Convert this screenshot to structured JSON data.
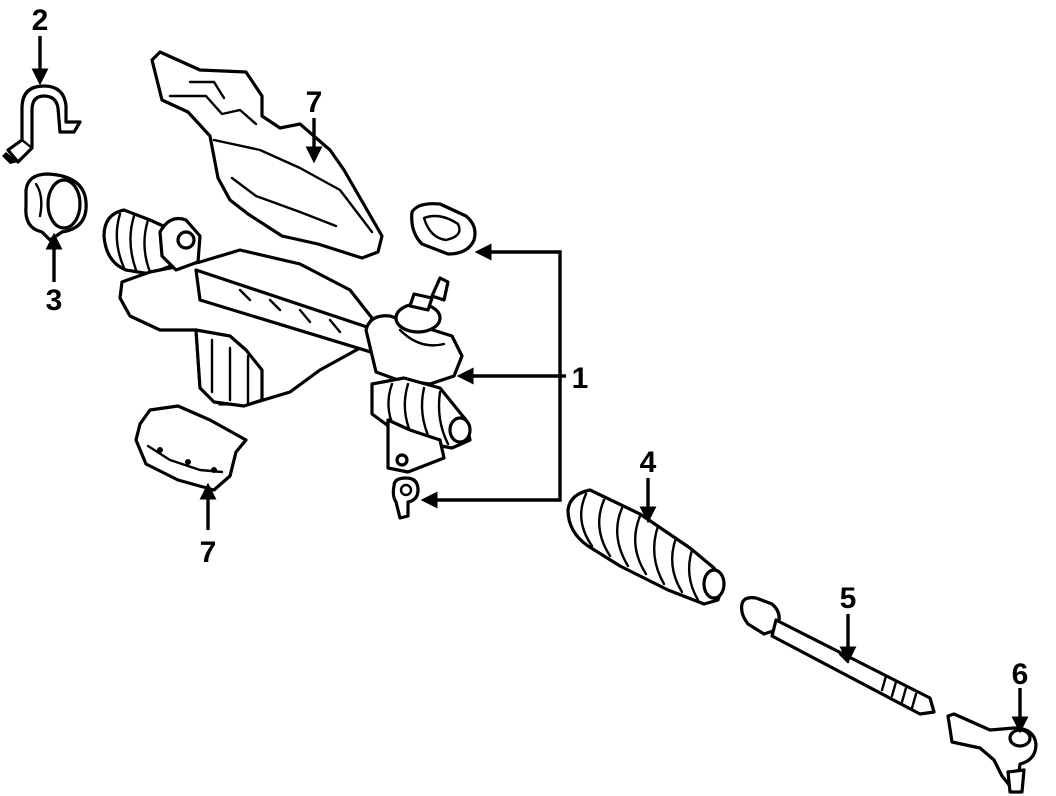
{
  "diagram": {
    "callouts": {
      "c1": "1",
      "c2": "2",
      "c3": "3",
      "c4": "4",
      "c5": "5",
      "c6": "6",
      "c7_top": "7",
      "c7_bottom": "7"
    },
    "colors": {
      "line": "#000000",
      "background": "#ffffff"
    }
  }
}
